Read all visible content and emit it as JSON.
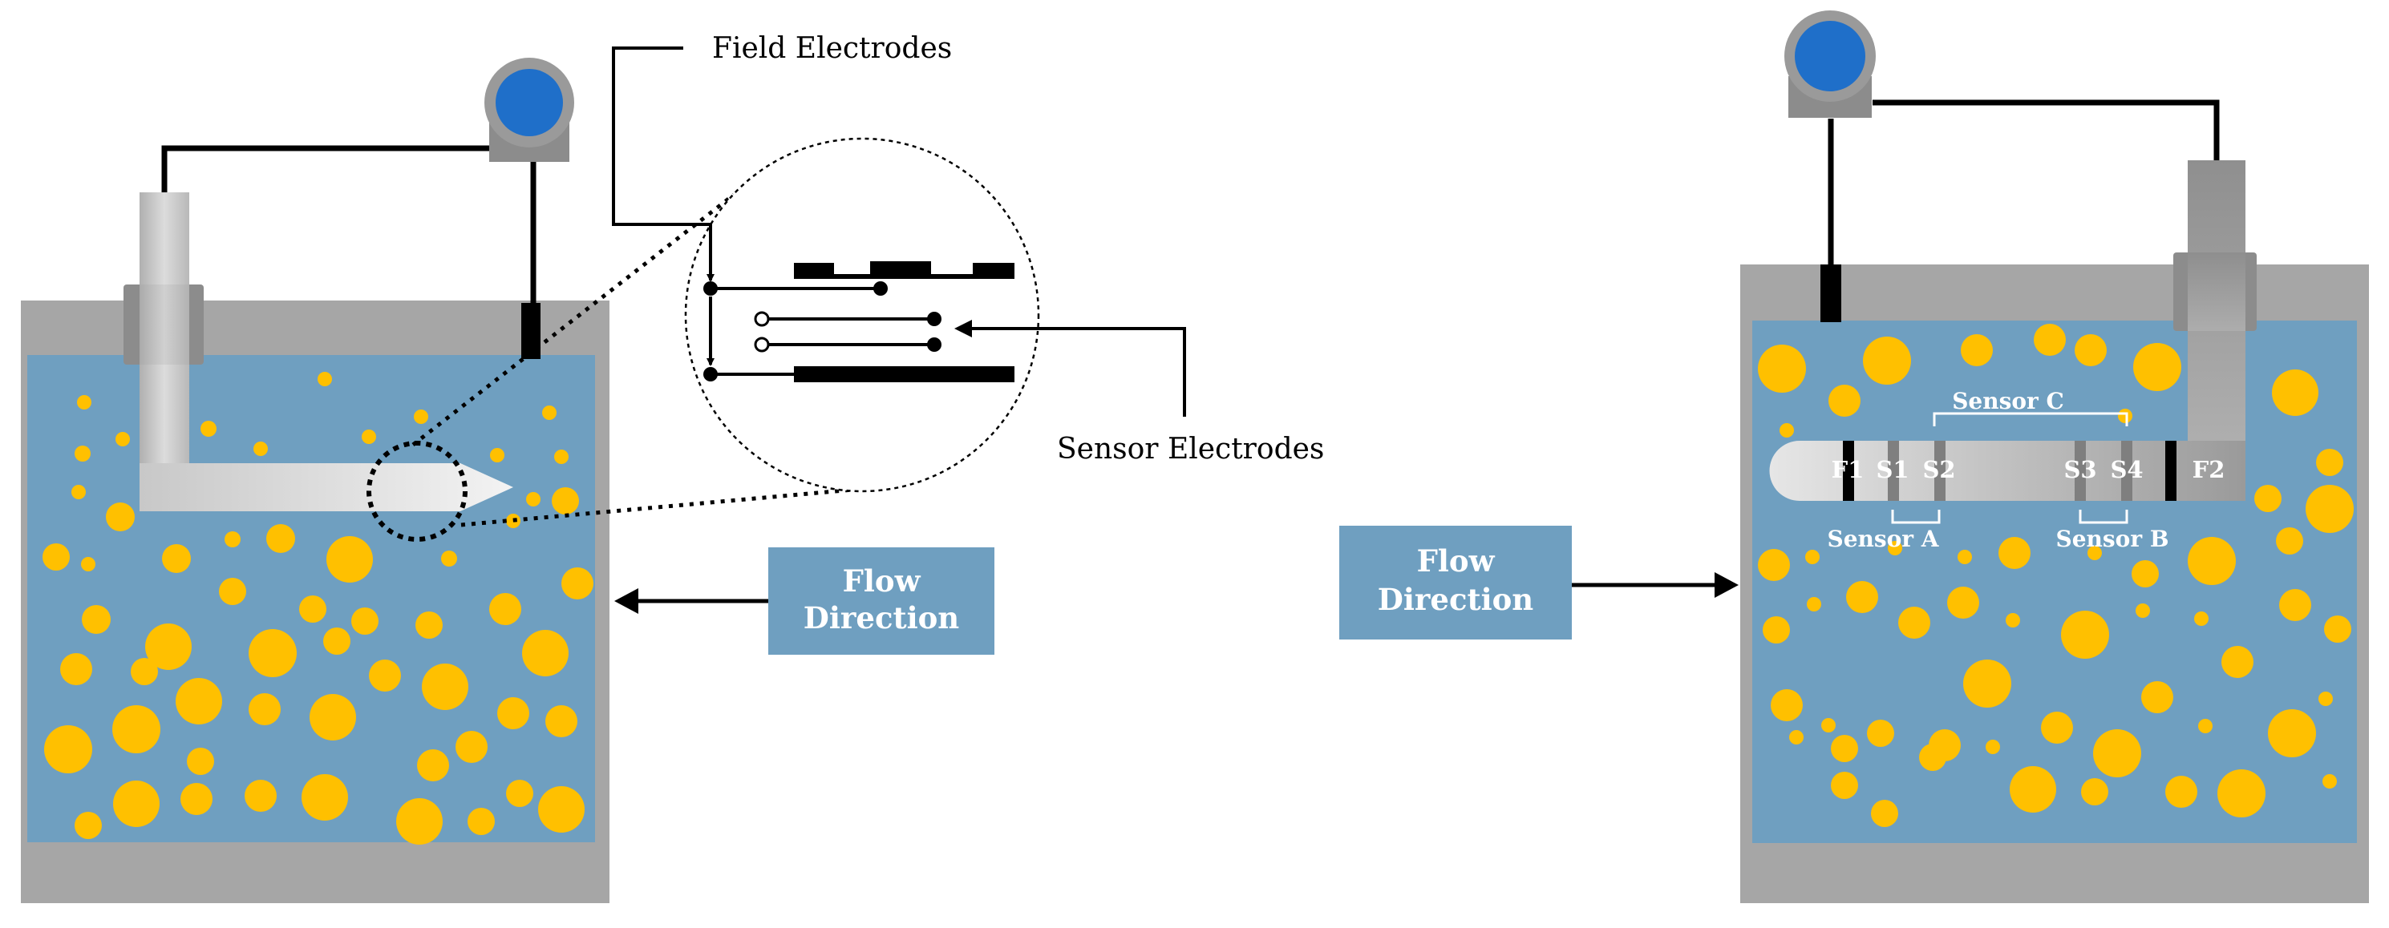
{
  "labels": {
    "field_electrodes": "Field Electrodes",
    "sensor_electrodes": "Sensor Electrodes",
    "flow_direction_line1": "Flow",
    "flow_direction_line2": "Direction",
    "sensor_a": "Sensor A",
    "sensor_b": "Sensor B",
    "sensor_c": "Sensor C",
    "f1": "F1",
    "s1": "S1",
    "s2": "S2",
    "s3": "S3",
    "s4": "S4",
    "f2": "F2"
  },
  "colors": {
    "tank_wall": "#a6a6a6",
    "fluid": "#6f9fc0",
    "bubble": "#ffc000",
    "flow_box": "#6f9fc0",
    "meter_face": "#1f6fc9",
    "wire": "#000000"
  },
  "icons": {
    "meter": "flow-meter-icon",
    "probe": "sensor-probe-icon"
  }
}
